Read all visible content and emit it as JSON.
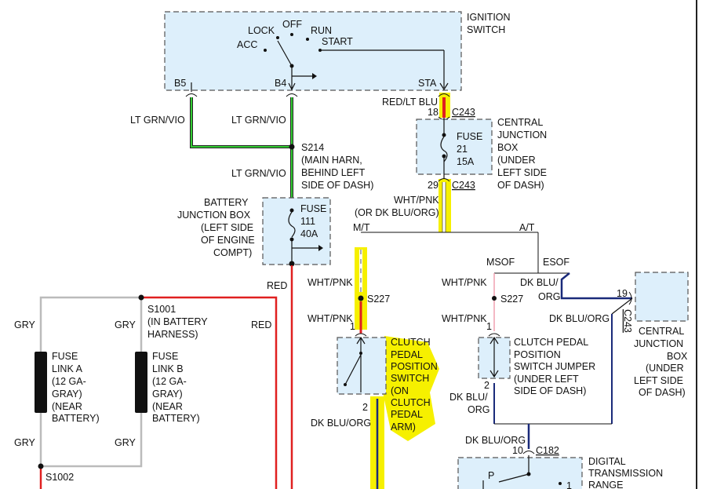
{
  "colors": {
    "green_wire": "#33cc33",
    "red_wire": "#e02020",
    "gray_wire": "#bbbbbb",
    "highlight": "#f6f000",
    "box_fill": "#ddeffb",
    "dk_blu": "#1a2a7a"
  },
  "ignition_switch": {
    "title_line1": "IGNITION",
    "title_line2": "SWITCH",
    "positions": [
      "LOCK",
      "OFF",
      "RUN",
      "ACC",
      "START"
    ],
    "terminals": [
      "B5",
      "B4",
      "STA"
    ]
  },
  "wires": {
    "lt_grn_vio_1": "LT GRN/VIO",
    "lt_grn_vio_2": "LT GRN/VIO",
    "lt_grn_vio_3": "LT GRN/VIO",
    "red_lt_blu": "RED/LT BLU",
    "wht_pnk_or": [
      "WHT/PNK",
      "(OR DK BLU/ORG)"
    ],
    "red_1": "RED",
    "red_2": "RED",
    "gry_labels": [
      "GRY",
      "GRY",
      "GRY",
      "GRY"
    ],
    "wht_pnk_labels": [
      "WHT/PNK",
      "WHT/PNK",
      "WHT/PNK",
      "WHT/PNK"
    ],
    "dk_blu_org_1": [
      "DK BLU/",
      "ORG"
    ],
    "dk_blu_org_2": "DK BLU/ORG",
    "dk_blu_org_3": [
      "DK BLU/",
      "ORG"
    ],
    "dk_blu_org_4": "DK BLU/ORG",
    "dk_blu_org_5": "DK BLU/ORG"
  },
  "splices": {
    "s214": [
      "S214",
      "(MAIN HARN,",
      "BEHIND LEFT",
      "SIDE OF DASH)"
    ],
    "s227_a": "S227",
    "s227_b": "S227",
    "s1001": [
      "S1001",
      "(IN BATTERY",
      "HARNESS)"
    ],
    "s1002": "S1002"
  },
  "central_junction_box": {
    "pin_top": "18",
    "connector_top": "C243",
    "pin_bottom": "29",
    "connector_bottom": "C243",
    "fuse": [
      "FUSE",
      "21",
      "15A"
    ],
    "label": [
      "CENTRAL",
      "JUNCTION",
      "BOX",
      "(UNDER",
      "LEFT SIDE",
      "OF DASH)"
    ]
  },
  "battery_junction_box": {
    "label": [
      "BATTERY",
      "JUNCTION BOX",
      "(LEFT SIDE",
      "OF ENGINE",
      "COMPT)"
    ],
    "fuse": [
      "FUSE",
      "111",
      "40A"
    ]
  },
  "fuse_links": {
    "a": [
      "FUSE",
      "LINK A",
      "(12 GA-",
      "GRAY)",
      "(NEAR",
      "BATTERY)"
    ],
    "b": [
      "FUSE",
      "LINK B",
      "(12 GA-",
      "GRAY)",
      "(NEAR",
      "BATTERY)"
    ]
  },
  "transmission": {
    "mt": "M/T",
    "at": "A/T",
    "msof": "MSOF",
    "esof": "ESOF"
  },
  "clutch_switch": {
    "pin_top": "1",
    "pin_bottom": "2",
    "label": [
      "CLUTCH",
      "PEDAL",
      "POSITION",
      "SWITCH",
      "(ON",
      "CLUTCH",
      "PEDAL",
      "ARM)"
    ]
  },
  "clutch_jumper": {
    "pin_top": "1",
    "pin_bottom": "2",
    "label": [
      "CLUTCH PEDAL",
      "POSITION",
      "SWITCH JUMPER",
      "(UNDER LEFT",
      "SIDE OF DASH)"
    ]
  },
  "central_junction_box_2": {
    "pin": "19",
    "connector": "C243",
    "label": [
      "CENTRAL",
      "JUNCTION",
      "BOX",
      "(UNDER",
      "LEFT SIDE",
      "OF DASH)"
    ]
  },
  "digital_tr": {
    "pin": "10",
    "connector": "C182",
    "label": [
      "DIGITAL",
      "TRANSMISSION",
      "RANGE"
    ],
    "pos_p": "P",
    "pin_right": "1"
  }
}
